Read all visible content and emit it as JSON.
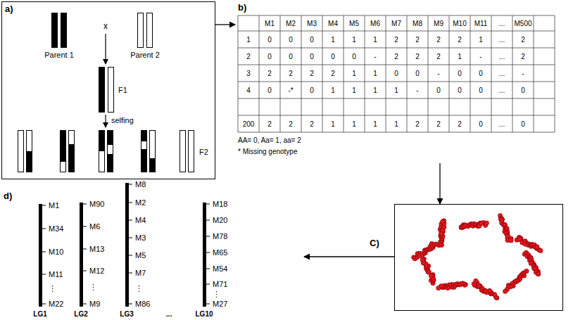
{
  "diagram": {
    "nodes": [
      {
        "text": [
          "a)"
        ]
      },
      {
        "text": [
          "b)"
        ]
      },
      {
        "text": [
          "C)"
        ]
      },
      {
        "text": [
          "d)"
        ]
      }
    ],
    "edges": [
      {
        "from": 0,
        "to": 1,
        "arrow": "to"
      },
      {
        "from": 1,
        "to": 2,
        "arrow": "to"
      },
      {
        "from": 2,
        "to": 3,
        "arrow": "to"
      }
    ],
    "labels": [
      "Parent 1",
      "x",
      "Parent 2",
      "F1",
      "selfing",
      "F2",
      "M1",
      "M2",
      "M3",
      "M4",
      "M5",
      "M6",
      "M7",
      "M8",
      "M9",
      "M10",
      "M11",
      "...",
      "M500",
      "1",
      "0",
      "0",
      "0",
      "1",
      "1",
      "1",
      "2",
      "2",
      "2",
      "2",
      "1",
      "...",
      "2",
      "2",
      "0",
      "0",
      "0",
      "0",
      "0",
      "-",
      "2",
      "2",
      "2",
      "1",
      "-",
      "...",
      "2",
      "3",
      "2",
      "2",
      "2",
      "2",
      "1",
      "1",
      "0",
      "0",
      "-",
      "0",
      "0",
      "...",
      "-",
      "4",
      "0",
      "-*",
      "0",
      "1",
      "1",
      "1",
      "1",
      "-",
      "0",
      "0",
      "0",
      "...",
      "0",
      "200",
      "2",
      "2",
      "2",
      "1",
      "1",
      "1",
      "1",
      "2",
      "2",
      "2",
      "0",
      "...",
      "0",
      "AA= 0, Aa= 1, aa= 2",
      "* Missing genotype",
      "M1",
      "M34",
      "M10",
      "M11",
      "⋮",
      "M22",
      "M90",
      "M6",
      "M13",
      "M12",
      "⋮",
      "M9",
      "M8",
      "M2",
      "M4",
      "M3",
      "M5",
      "M7",
      "⋮",
      "M86",
      "M18",
      "M20",
      "M78",
      "M65",
      "M54",
      "M71",
      "⋮",
      "M27",
      "LG1",
      "LG2",
      "LG3",
      "...",
      "LG10"
    ]
  }
}
